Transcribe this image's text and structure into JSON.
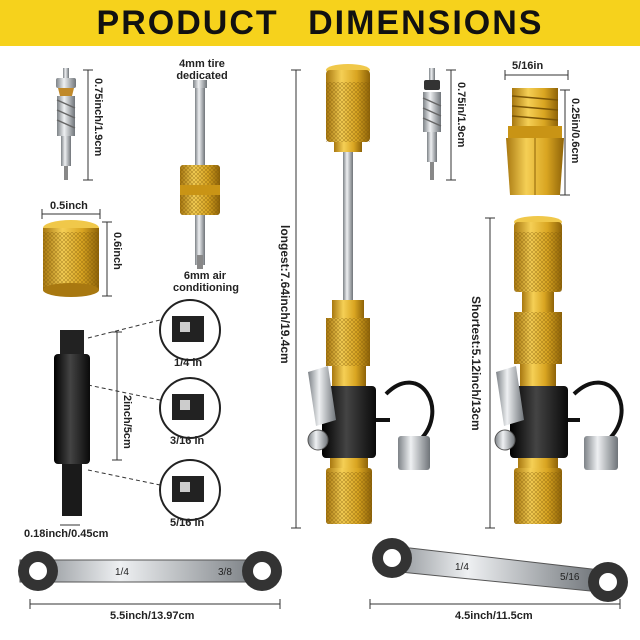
{
  "banner": {
    "title": "PRODUCT DIMENSIONS",
    "color": "#f6d21c"
  },
  "labels": {
    "core_len": "0.75inch/1.9cm",
    "tool_top": "4mm tire dedicated",
    "tool_top_line1": "4mm tire",
    "tool_top_line2": "dedicated",
    "tool_bottom_line1": "6mm air",
    "tool_bottom_line2": "conditioning",
    "cap_width": "0.5inch",
    "cap_height": "0.6inch",
    "long_tool": "longest:7.64inch/19.4cm",
    "core2_len": "0.75in/1.9cm",
    "adapter_width": "5/16in",
    "adapter_height": "0.25in/0.6cm",
    "short_tool": "Shortest:5.12inch/13cm",
    "extension_len": "2inch/5cm",
    "hex_width": "0.18inch/0.45cm",
    "socket_1": "1/4 in",
    "socket_2": "3/16 in",
    "socket_3": "5/16 in",
    "wrench1_len": "5.5inch/13.97cm",
    "wrench2_len": "4.5inch/11.5cm"
  },
  "wrench_marks": {
    "w1_left": "1/4",
    "w1_right": "3/8",
    "w2_left": "1/4",
    "w2_right": "5/16"
  },
  "colors": {
    "brass": "#d9a521",
    "brass_dark": "#a87810",
    "steel": "#b8bcc0",
    "black": "#1c1c1c"
  }
}
